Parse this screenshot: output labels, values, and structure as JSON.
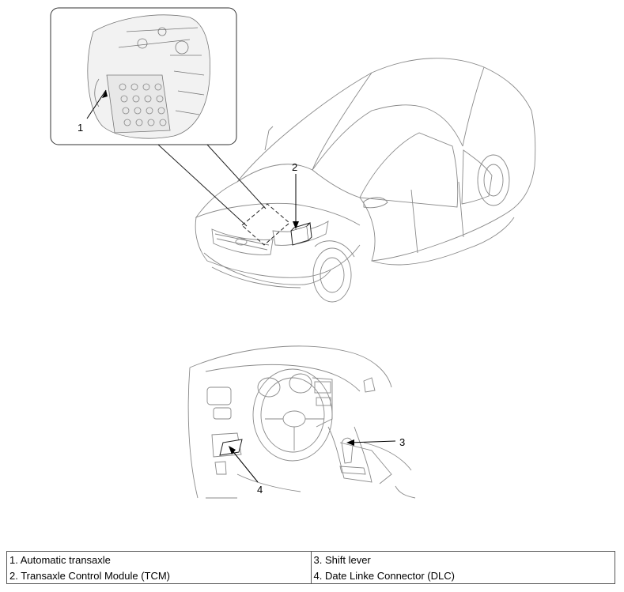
{
  "callouts": {
    "c1": "1",
    "c2": "2",
    "c3": "3",
    "c4": "4"
  },
  "legend": {
    "rows": [
      [
        "1. Automatic transaxle",
        "3. Shift lever"
      ],
      [
        "2. Transaxle Control Module (TCM)",
        "4. Date Linke Connector (DLC)"
      ]
    ]
  }
}
